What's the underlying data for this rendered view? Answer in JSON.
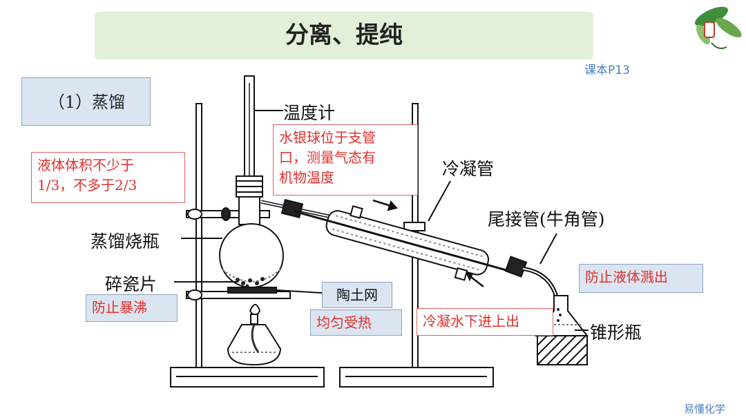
{
  "title": "分离、提纯",
  "textbook_ref": "课本P13",
  "section_label": "（1）蒸馏",
  "notes": {
    "liquid_volume": [
      "液体体积不少于",
      "1/3，不多于2/3"
    ],
    "mercury_bulb": [
      "水银球位于支管",
      "口，测量气态有",
      "机物温度"
    ],
    "prevent_bumping": "防止暴沸",
    "even_heating": "均匀受热",
    "cooling_water": "冷凝水下进上出",
    "prevent_splash": "防止液体溅出"
  },
  "labels": {
    "thermometer": "温度计",
    "condenser": "冷凝管",
    "adapter": "尾接管(牛角管)",
    "distilling_flask": "蒸馏烧瓶",
    "porcelain_chips": "碎瓷片",
    "gauze": "陶土网",
    "conical_flask": "锥形瓶"
  },
  "brand": "易懂化学",
  "colors": {
    "title_bg": "#e3f0d9",
    "note_red": "#e0302d",
    "note_border": "#e06060",
    "box_blue": "#dbe5f1",
    "ref_blue": "#4a7fc1"
  },
  "icons": {
    "top_right_logo": "leaf-logo-icon"
  }
}
